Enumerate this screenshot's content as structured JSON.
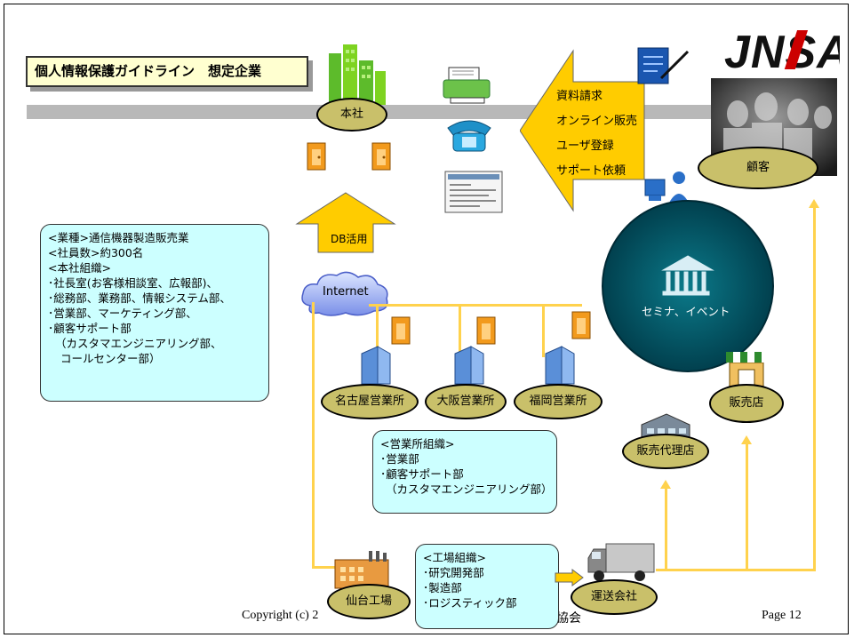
{
  "title": "個人情報保護ガイドライン　想定企業",
  "logo": "JNSA",
  "nodes": {
    "honsha": "本社",
    "kokyaku": "顧客",
    "internet": "Internet",
    "db": "DB活用",
    "seminar": "セミナ、イベント",
    "hanbaiten": "販売店",
    "dairiten": "販売代理店",
    "nagoya": "名古屋営業所",
    "osaka": "大阪営業所",
    "fukuoka": "福岡営業所",
    "sendai": "仙台工場",
    "unso": "運送会社"
  },
  "channels": [
    "資料請求",
    "オンライン販売",
    "ユーザ登録",
    "サポート依頼"
  ],
  "company_info": [
    "<業種>通信機器製造販売業",
    "<社員数>約300名",
    "<本社組織>",
    "･社長室(お客様相談室、広報部)、",
    "･総務部、業務部、情報システム部、",
    "･営業部、マーケティング部、",
    "･顧客サポート部",
    "（カスタマエンジニアリング部、",
    "コールセンター部）"
  ],
  "branch_info": [
    "<営業所組織>",
    "･営業部",
    "･顧客サポート部",
    "（カスタマエンジニアリング部）"
  ],
  "factory_info": [
    "<工場組織>",
    "･研究開発部",
    "･製造部",
    "･ロジスティック部"
  ],
  "footer": {
    "copyright_left": "Copyright (c) 2",
    "copyright_right": "ィ協会",
    "page": "Page 12"
  },
  "colors": {
    "ellipse": "#c9c06a",
    "info_bg": "#ccffff",
    "arrow": "#ffcc00",
    "line": "#ffd24d",
    "seminar": "#004f5e"
  }
}
